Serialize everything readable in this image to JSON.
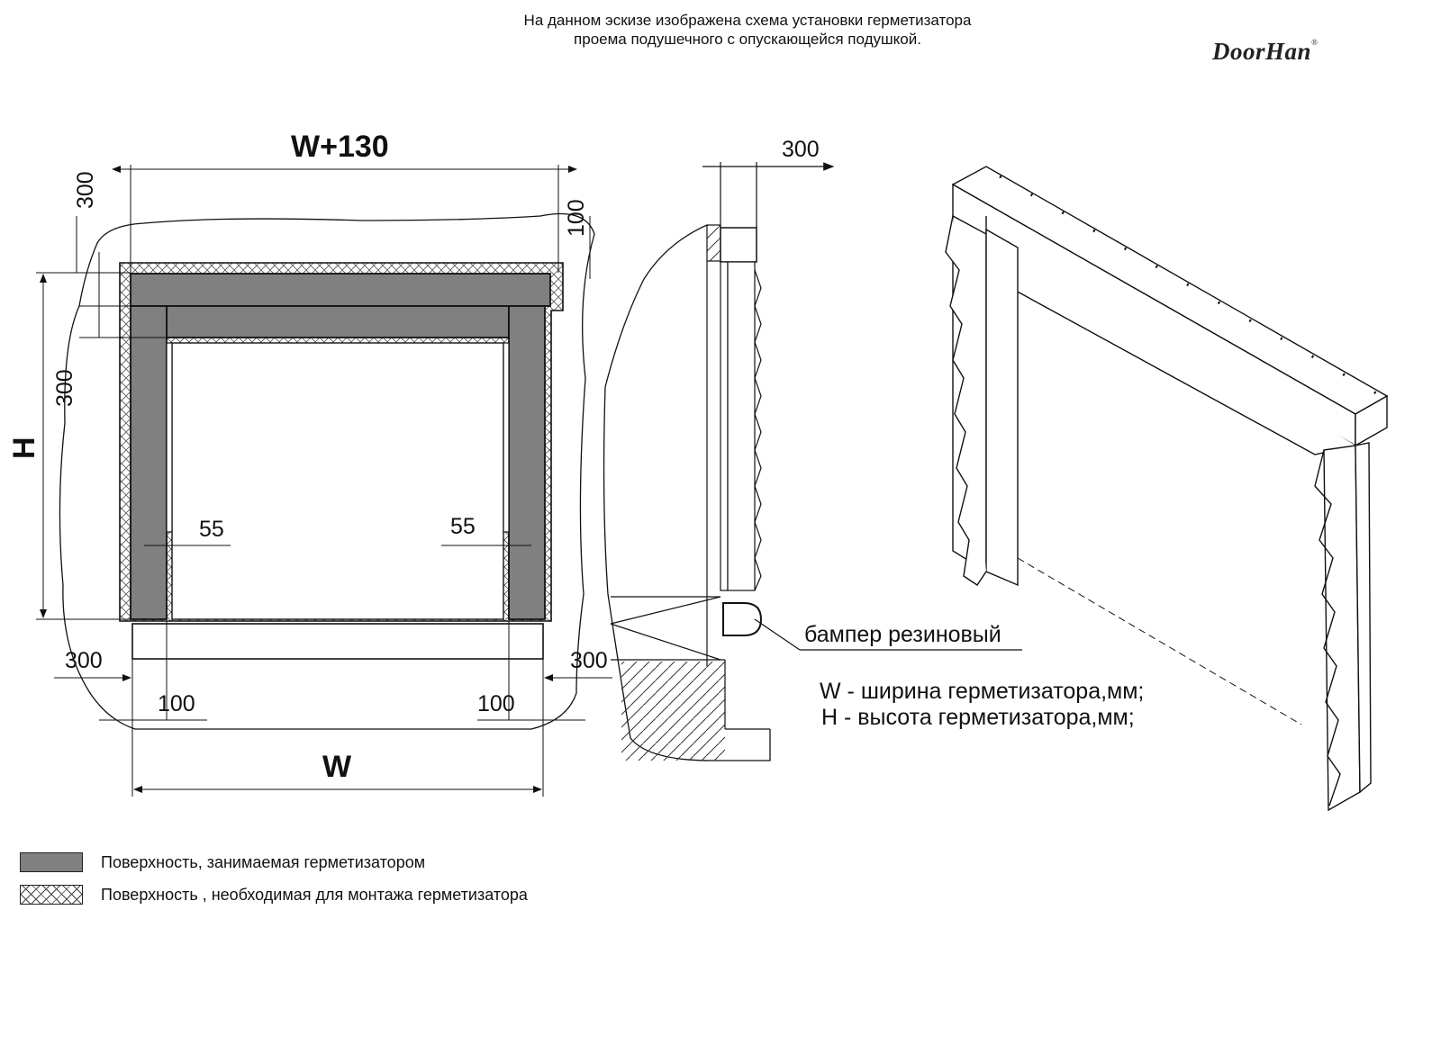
{
  "header": {
    "line1": "На данном эскизе изображена схема установки герметизатора",
    "line2": "проема подушечного с опускающейся подушкой."
  },
  "logo": {
    "text": "DoorHan",
    "mark": "®"
  },
  "dimensions": {
    "top_width": "W+130",
    "top_left_300": "300",
    "top_right_100": "100",
    "left_300": "300",
    "height": "H",
    "left_55": "55",
    "right_55": "55",
    "bottom_left_300": "300",
    "bottom_right_300": "300",
    "bottom_left_100": "100",
    "bottom_right_100": "100",
    "bottom_width": "W",
    "side_300": "300"
  },
  "callouts": {
    "bumper": "бампер резиновый"
  },
  "notes": {
    "w_def": "W - ширина герметизатора,мм;",
    "h_def": "H - высота герметизатора,мм;"
  },
  "legend": [
    {
      "label": "Поверхность, занимаемая герметизатором"
    },
    {
      "label": "Поверхность , необходимая для монтажа герметизатора"
    }
  ],
  "colors": {
    "seal": "#808080",
    "line": "#111111"
  }
}
